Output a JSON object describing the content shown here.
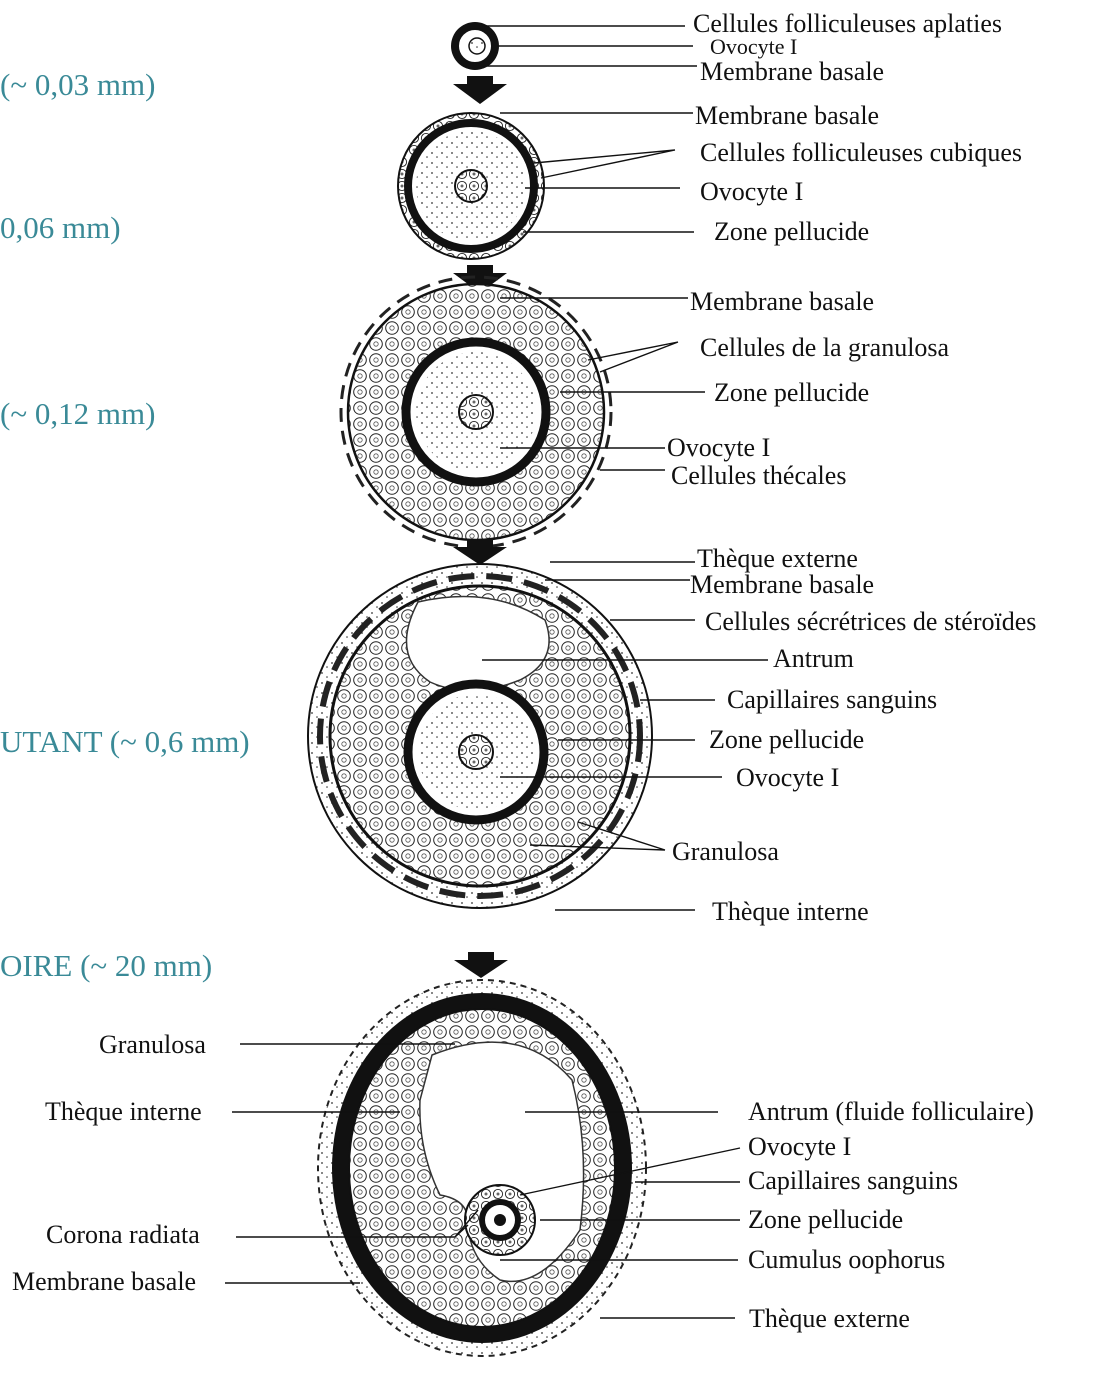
{
  "stages": [
    {
      "text": "(~ 0,03 mm)"
    },
    {
      "text": "0,06 mm)"
    },
    {
      "text": "(~ 0,12 mm)"
    },
    {
      "text": "UTANT (~ 0,6 mm)"
    },
    {
      "text": "OIRE (~ 20 mm)"
    }
  ],
  "labels": {
    "s1_flat_cells": "Cellules folliculeuses aplaties",
    "s1_oocyte": "Ovocyte I",
    "s1_basal": "Membrane basale",
    "s2_basal": "Membrane basale",
    "s2_cubic_cells": "Cellules folliculeuses cubiques",
    "s2_oocyte": "Ovocyte I",
    "s2_zona": "Zone pellucide",
    "s3_basal": "Membrane basale",
    "s3_granulosa_cells": "Cellules de la granulosa",
    "s3_zona": "Zone pellucide",
    "s3_oocyte": "Ovocyte I",
    "s3_theca_cells": "Cellules thécales",
    "s4_theca_ext": "Thèque externe",
    "s4_basal": "Membrane basale",
    "s4_steroid": "Cellules sécrétrices de stéroïdes",
    "s4_antrum": "Antrum",
    "s4_capillaries": "Capillaires sanguins",
    "s4_zona": "Zone pellucide",
    "s4_oocyte": "Ovocyte I",
    "s4_granulosa": "Granulosa",
    "s4_theca_int": "Thèque interne",
    "s5_granulosa": "Granulosa",
    "s5_theca_int": "Thèque interne",
    "s5_corona": "Corona radiata",
    "s5_basal": "Membrane basale",
    "s5_antrum": "Antrum (fluide folliculaire)",
    "s5_oocyte": "Ovocyte I",
    "s5_capillaries": "Capillaires sanguins",
    "s5_zona": "Zone pellucide",
    "s5_cumulus": "Cumulus oophorus",
    "s5_theca_ext": "Thèque externe"
  },
  "colors": {
    "stage_text": "#3a8a97",
    "ink": "#111111"
  }
}
